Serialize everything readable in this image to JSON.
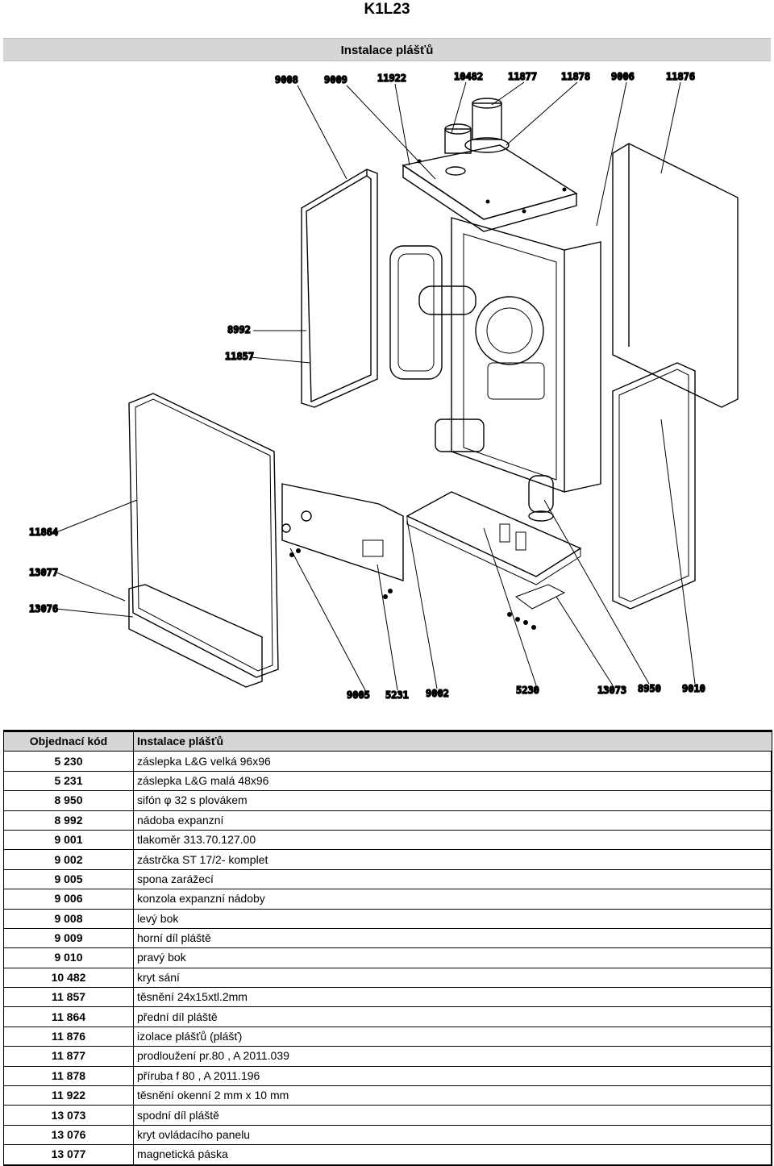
{
  "page_title": "K1L23",
  "section_title": "Instalace plášťů",
  "callouts": {
    "top": [
      "9008",
      "9009",
      "11922",
      "10482",
      "11877",
      "11878",
      "9006",
      "11876"
    ],
    "left": [
      "8992",
      "11857",
      "11864",
      "13077",
      "13076"
    ],
    "bottom": [
      "9005",
      "5231",
      "9002",
      "5230",
      "13073",
      "8950",
      "9010"
    ]
  },
  "table": {
    "header_code": "Objednací kód",
    "header_desc": "Instalace plášťů",
    "rows": [
      {
        "code": "5 230",
        "desc": "záslepka L&G velká  96x96"
      },
      {
        "code": "5 231",
        "desc": "záslepka L&G malá  48x96"
      },
      {
        "code": "8 950",
        "desc": "sifón φ 32 s plovákem"
      },
      {
        "code": "8 992",
        "desc": "nádoba expanzní"
      },
      {
        "code": "9 001",
        "desc": "tlakoměr 313.70.127.00"
      },
      {
        "code": "9 002",
        "desc": "zástrčka ST 17/2- komplet"
      },
      {
        "code": "9 005",
        "desc": "spona zarážecí"
      },
      {
        "code": "9 006",
        "desc": "konzola expanzní nádoby"
      },
      {
        "code": "9 008",
        "desc": "levý bok"
      },
      {
        "code": "9 009",
        "desc": "horní díl pláště"
      },
      {
        "code": "9 010",
        "desc": "pravý bok"
      },
      {
        "code": "10 482",
        "desc": "kryt sání"
      },
      {
        "code": "11 857",
        "desc": "těsnění 24x15xtl.2mm"
      },
      {
        "code": "11 864",
        "desc": "přední díl pláště"
      },
      {
        "code": "11 876",
        "desc": "izolace plášťů (plášť)"
      },
      {
        "code": "11 877",
        "desc": "prodloužení pr.80 , A 2011.039"
      },
      {
        "code": "11 878",
        "desc": "příruba f 80 , A 2011.196"
      },
      {
        "code": "11 922",
        "desc": "těsnění okenní 2 mm x 10 mm"
      },
      {
        "code": "13 073",
        "desc": "spodní díl pláště"
      },
      {
        "code": "13 076",
        "desc": "kryt ovládacího panelu"
      },
      {
        "code": "13 077",
        "desc": "magnetická páska"
      }
    ]
  }
}
